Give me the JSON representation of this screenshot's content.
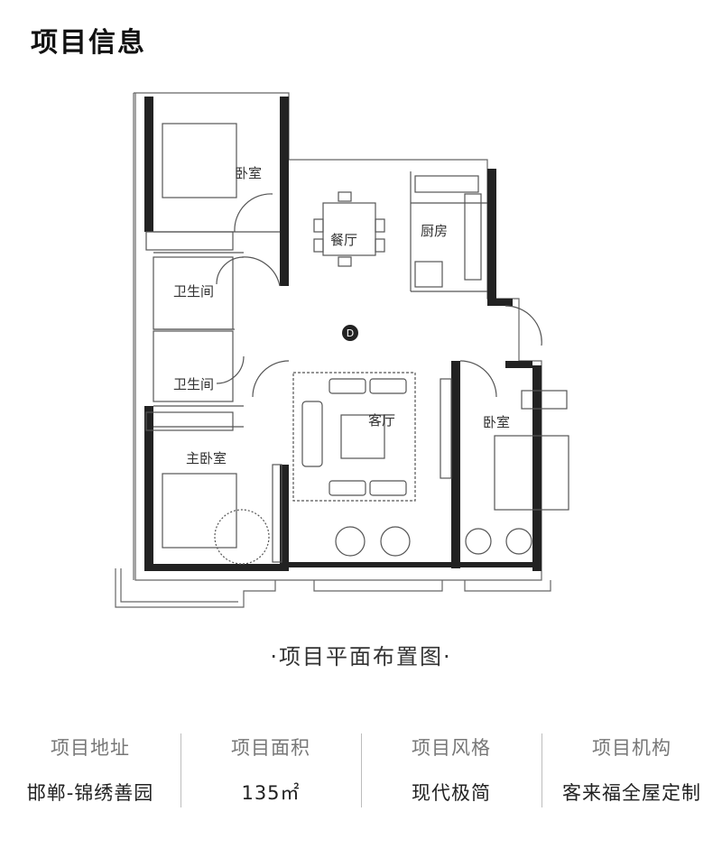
{
  "header": {
    "title": "项目信息"
  },
  "plan": {
    "rooms": {
      "bedroom_a": "卧室",
      "dining": "餐厅",
      "kitchen": "厨房",
      "bath_1": "卫生间",
      "bath_2": "卫生间",
      "living": "客厅",
      "master": "主卧室",
      "bedroom_b": "卧室"
    },
    "compass_mark": "D"
  },
  "caption": "·项目平面布置图·",
  "info": [
    {
      "label": "项目地址",
      "value": "邯郸-锦绣善园"
    },
    {
      "label": "项目面积",
      "value": "135㎡"
    },
    {
      "label": "项目风格",
      "value": "现代极简"
    },
    {
      "label": "项目机构",
      "value": "客来福全屋定制"
    }
  ],
  "colors": {
    "wall": "#222222",
    "line": "#555555",
    "label": "#777777"
  }
}
